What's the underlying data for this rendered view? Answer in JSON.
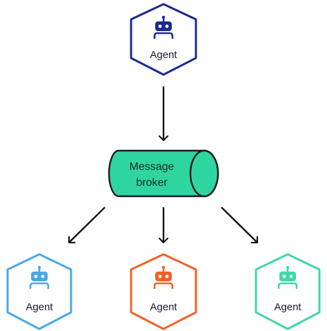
{
  "top_agent": {
    "label": "Agent",
    "color": "#1b2a8f",
    "icon": "robot-icon"
  },
  "broker": {
    "line1": "Message",
    "line2": "broker",
    "fill": "#2fd5a0",
    "stroke": "#1b1b1b"
  },
  "bottom_agents": [
    {
      "label": "Agent",
      "color": "#4aa8e8",
      "icon": "robot-icon"
    },
    {
      "label": "Agent",
      "color": "#f0612a",
      "icon": "robot-icon"
    },
    {
      "label": "Agent",
      "color": "#3dd8a8",
      "icon": "robot-icon"
    }
  ],
  "arrow_color": "#111111"
}
